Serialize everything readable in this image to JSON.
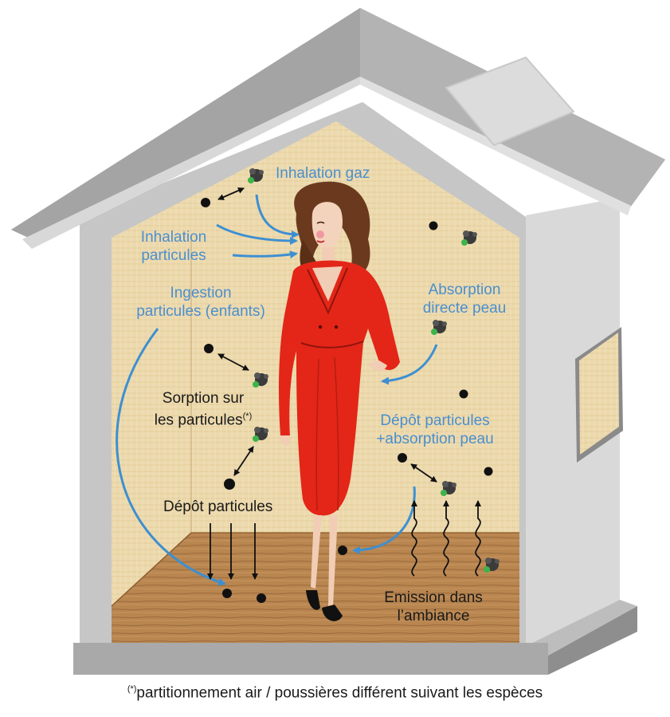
{
  "labels": {
    "inhalation_gaz": "Inhalation gaz",
    "inhalation_particules_1": "Inhalation",
    "inhalation_particules_2": "particules",
    "ingestion_1": "Ingestion",
    "ingestion_2": "particules (enfants)",
    "absorption_1": "Absorption",
    "absorption_2": "directe peau",
    "sorption_1": "Sorption sur",
    "sorption_2": "les particules",
    "sorption_sup": "(*)",
    "depot_absorption_1": "Dépôt particules",
    "depot_absorption_2": "+absorption peau",
    "depot_particules": "Dépôt particules",
    "emission_1": "Emission dans",
    "emission_2": "l’ambiance"
  },
  "footnote": {
    "marker": "(*)",
    "text": "partitionnement air / poussières différent suivant les espèces"
  },
  "colors": {
    "process_label": "#4a8fcf",
    "arrow_blue": "#3d8fd1",
    "wall": "#ecd9ad",
    "floor": "#b07a45",
    "roof": "#a9a9a9",
    "dress": "#e32618",
    "hair": "#6b3a1e"
  },
  "icons": {
    "particle": "black-dot-icon",
    "gas_molecule": "gas-molecule-icon",
    "emission": "wavy-emission-arrow-icon",
    "exchange": "double-headed-arrow-icon"
  }
}
